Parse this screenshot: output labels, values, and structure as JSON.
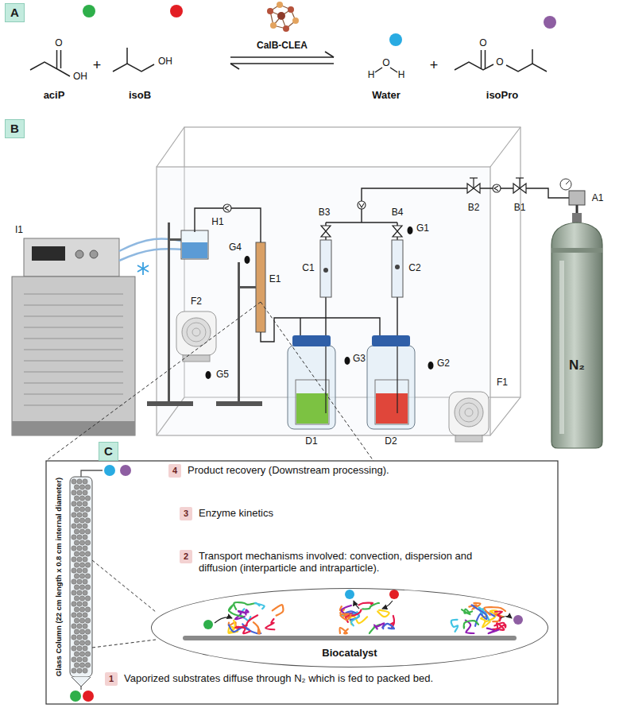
{
  "diagram": {
    "nodes": [
      {
        "text": [
          "A"
        ]
      },
      {
        "text": [
          "B"
        ]
      },
      {
        "text": [
          "N₂"
        ]
      },
      {
        "text": [
          "C"
        ]
      },
      {
        "text": [
          "4"
        ]
      },
      {
        "text": [
          "3"
        ]
      },
      {
        "text": [
          "2"
        ]
      },
      {
        "text": [
          "Biocatalyst"
        ]
      },
      {
        "text": [
          "1"
        ]
      }
    ],
    "labels": [
      "aciP",
      "isoB",
      "CalB-CLEA",
      "Water",
      "isoPro",
      "+",
      "+",
      "O",
      "OH",
      "OH",
      "H",
      "O",
      "H",
      "O",
      "O",
      "A1",
      "B1",
      "B2",
      "B3",
      "B4",
      "C1",
      "C2",
      "D1",
      "D2",
      "E1",
      "F1",
      "F2",
      "G1",
      "G2",
      "G3",
      "G4",
      "G5",
      "H1",
      "I1",
      "Glass Column (22 cm length x 0.8 cm internal diameter)",
      "Product recovery (Downstream processing).",
      "Enzyme kinetics",
      "Transport mechanisms involved: convection, dispersion and diffusion (interparticle and intraparticle).",
      "Vaporized substrates diffuse through N₂ which is fed to packed bed."
    ]
  }
}
